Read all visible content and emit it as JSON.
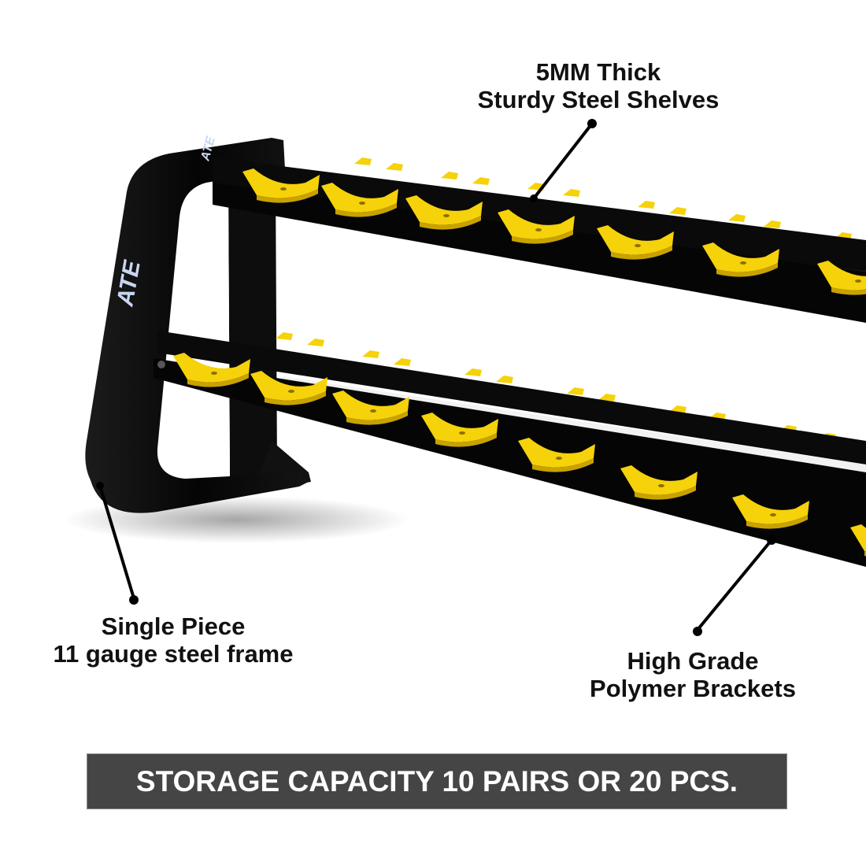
{
  "product": {
    "brand_logo": "ATE",
    "description": "Two-tier dumbbell rack with black steel frame and yellow polymer cradles"
  },
  "callouts": {
    "shelves": {
      "line1": "5MM Thick",
      "line2": "Sturdy Steel Shelves"
    },
    "frame": {
      "line1": "Single Piece",
      "line2": "11 gauge steel frame"
    },
    "brackets": {
      "line1": "High Grade",
      "line2": "Polymer Brackets"
    }
  },
  "banner": {
    "text": "STORAGE CAPACITY 10 PAIRS OR 20 PCS."
  },
  "colors": {
    "frame": "#0b0b0b",
    "bracket_yellow": "#f5d20a",
    "bracket_shade": "#d4ac00",
    "banner_bg": "#454545",
    "banner_text": "#ffffff",
    "logo": "#c8d6f0"
  }
}
